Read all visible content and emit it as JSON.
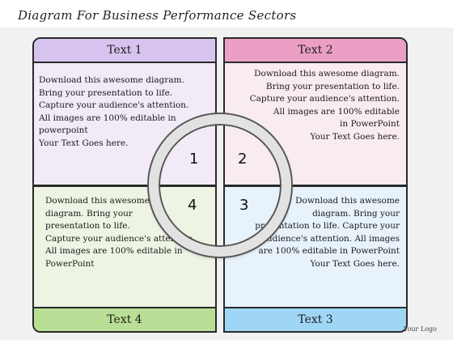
{
  "title": "Diagram For Business Performance Sectors",
  "panels": {
    "p1": {
      "heading": "Text 1",
      "lines": [
        "Download this awesome diagram.",
        "Bring your presentation to life.",
        "Capture your audience's attention.",
        "All images are 100% editable in",
        "powerpoint",
        "Your Text Goes here."
      ],
      "head_color": "#d7c4ee",
      "body_color": "#f2eaf6"
    },
    "p2": {
      "heading": "Text 2",
      "lines": [
        "Download this awesome diagram.",
        "Bring your presentation to life.",
        "Capture your audience's attention.",
        "All images are 100% editable",
        "in PowerPoint",
        "Your Text Goes here."
      ],
      "head_color": "#ec9fc4",
      "body_color": "#f8ecf1"
    },
    "p3": {
      "heading": "Text 3",
      "lines": [
        "Download this awesome",
        "diagram. Bring your",
        "presentation to life. Capture your",
        "audience's attention. All images",
        "are 100% editable in PowerPoint",
        "Your Text Goes here."
      ],
      "head_color": "#9fd6f6",
      "body_color": "#e7f2fb"
    },
    "p4": {
      "heading": "Text 4",
      "lines": [
        "Download this awesome",
        "diagram. Bring your",
        "presentation to life.",
        "Capture your audience's attention.",
        "All images are 100% editable in",
        "PowerPoint"
      ],
      "head_color": "#b8df95",
      "body_color": "#eef4e4"
    }
  },
  "numbers": {
    "n1": "1",
    "n2": "2",
    "n3": "3",
    "n4": "4"
  },
  "logo": "Your Logo"
}
